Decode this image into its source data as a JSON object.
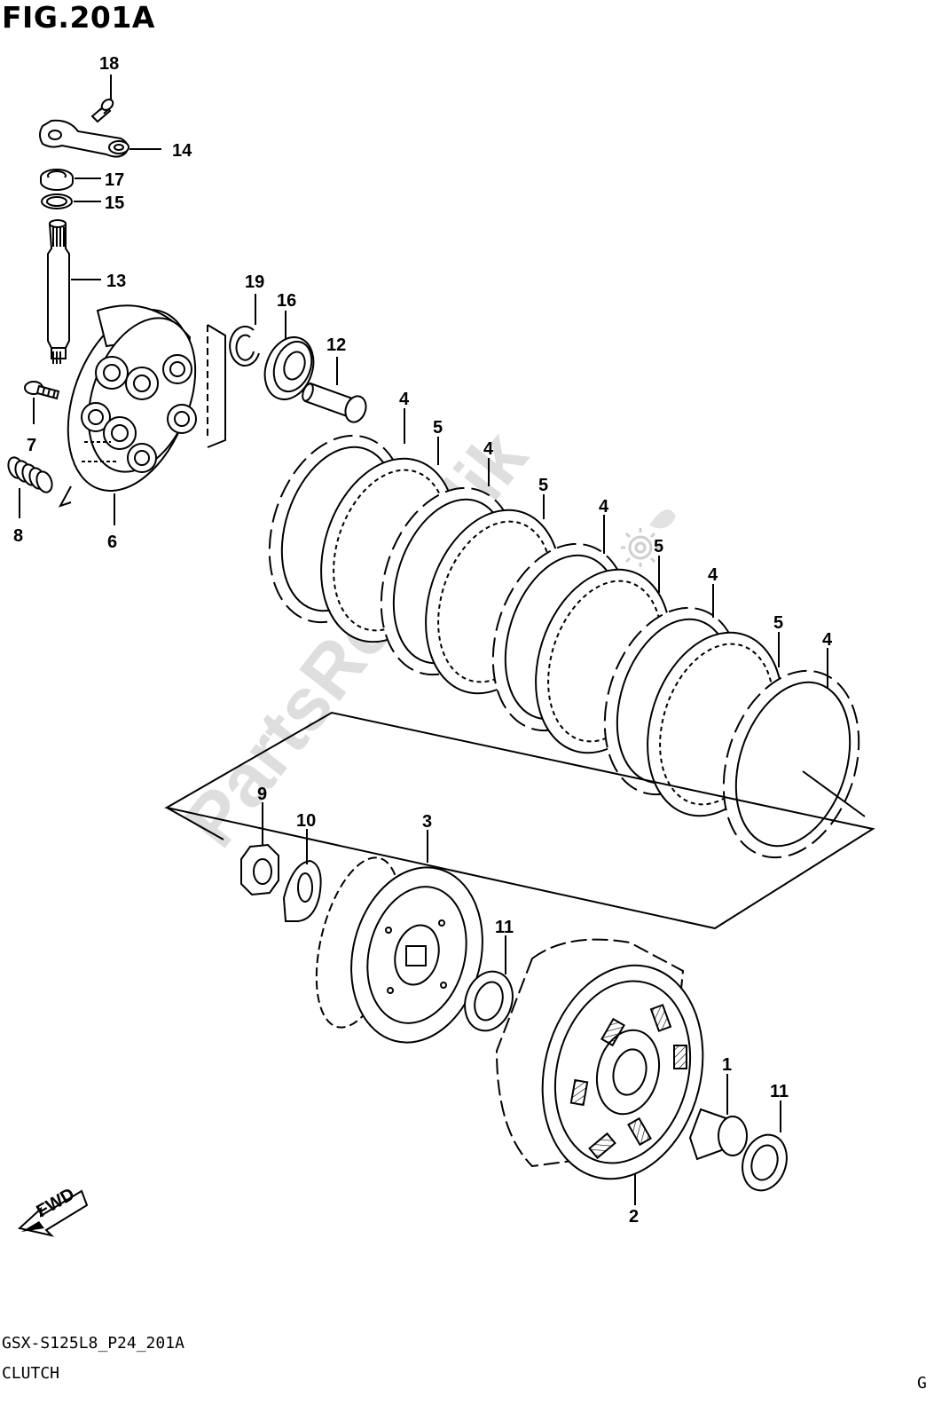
{
  "figure": {
    "title": "FIG.201A",
    "model_code": "GSX-S125L8_P24_201A",
    "part_name": "CLUTCH",
    "corner_mark": "G",
    "fwd_label": "FWD",
    "watermark": "PartsRepublik"
  },
  "callouts": [
    {
      "id": "18",
      "text": "18"
    },
    {
      "id": "14",
      "text": "14"
    },
    {
      "id": "17",
      "text": "17"
    },
    {
      "id": "15",
      "text": "15"
    },
    {
      "id": "13",
      "text": "13"
    },
    {
      "id": "19",
      "text": "19"
    },
    {
      "id": "16",
      "text": "16"
    },
    {
      "id": "12",
      "text": "12"
    },
    {
      "id": "7",
      "text": "7"
    },
    {
      "id": "8",
      "text": "8"
    },
    {
      "id": "6",
      "text": "6"
    },
    {
      "id": "4a",
      "text": "4"
    },
    {
      "id": "5a",
      "text": "5"
    },
    {
      "id": "4b",
      "text": "4"
    },
    {
      "id": "5b",
      "text": "5"
    },
    {
      "id": "4c",
      "text": "4"
    },
    {
      "id": "5c",
      "text": "5"
    },
    {
      "id": "4d",
      "text": "4"
    },
    {
      "id": "5d",
      "text": "5"
    },
    {
      "id": "4e",
      "text": "4"
    },
    {
      "id": "9",
      "text": "9"
    },
    {
      "id": "10",
      "text": "10"
    },
    {
      "id": "3",
      "text": "3"
    },
    {
      "id": "11a",
      "text": "11"
    },
    {
      "id": "1",
      "text": "1"
    },
    {
      "id": "11b",
      "text": "11"
    },
    {
      "id": "2",
      "text": "2"
    }
  ]
}
